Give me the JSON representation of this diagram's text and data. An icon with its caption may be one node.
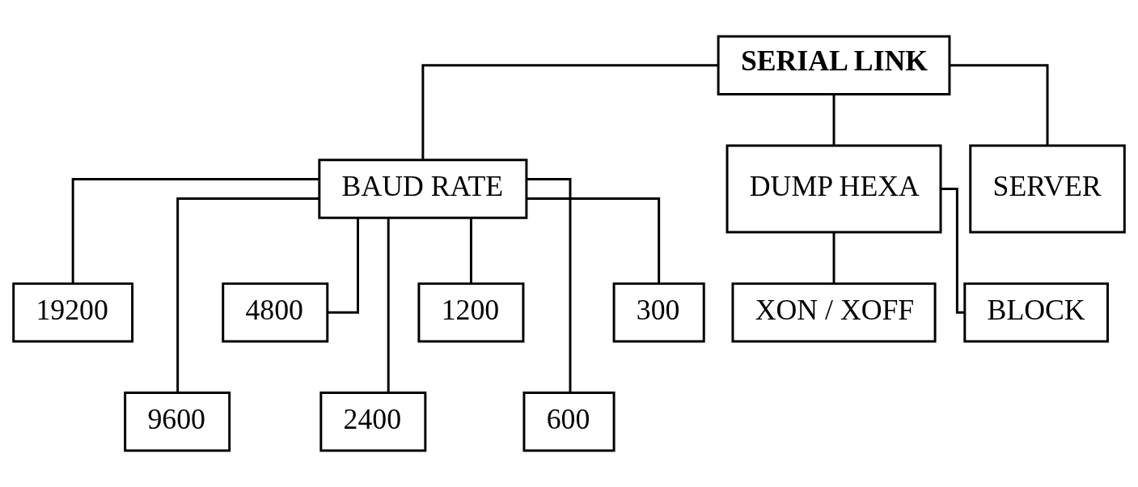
{
  "diagram": {
    "nodes": [
      {
        "text": [
          "SERIAL LINK"
        ]
      },
      {
        "text": [
          "BAUD RATE"
        ]
      },
      {
        "text": [
          "DUMP HEXA"
        ]
      },
      {
        "text": [
          "SERVER"
        ]
      },
      {
        "text": [
          "19200"
        ]
      },
      {
        "text": [
          "9600"
        ]
      },
      {
        "text": [
          "4800"
        ]
      },
      {
        "text": [
          "2400"
        ]
      },
      {
        "text": [
          "1200"
        ]
      },
      {
        "text": [
          "600"
        ]
      },
      {
        "text": [
          "300"
        ]
      },
      {
        "text": [
          "XON / XOFF"
        ]
      },
      {
        "text": [
          "BLOCK"
        ]
      }
    ],
    "edges": [
      {
        "from": 0,
        "to": 1,
        "arrow": "none"
      },
      {
        "from": 0,
        "to": 2,
        "arrow": "none"
      },
      {
        "from": 0,
        "to": 3,
        "arrow": "none"
      },
      {
        "from": 1,
        "to": 4,
        "arrow": "none"
      },
      {
        "from": 1,
        "to": 5,
        "arrow": "none"
      },
      {
        "from": 1,
        "to": 6,
        "arrow": "none"
      },
      {
        "from": 1,
        "to": 7,
        "arrow": "none"
      },
      {
        "from": 1,
        "to": 8,
        "arrow": "none"
      },
      {
        "from": 1,
        "to": 9,
        "arrow": "none"
      },
      {
        "from": 1,
        "to": 10,
        "arrow": "none"
      },
      {
        "from": 2,
        "to": 11,
        "arrow": "none"
      },
      {
        "from": 2,
        "to": 12,
        "arrow": "none"
      }
    ]
  }
}
